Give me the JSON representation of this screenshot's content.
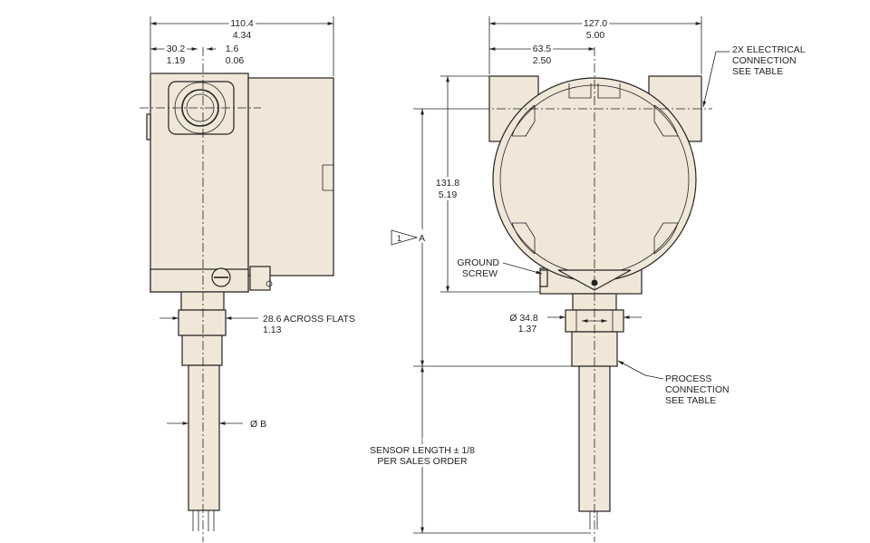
{
  "side_view": {
    "overall_width": {
      "mm": "110.4",
      "in": "4.34"
    },
    "center_offset": {
      "mm": "30.2",
      "in": "1.19"
    },
    "gap": {
      "mm": "1.6",
      "in": "0.06"
    },
    "hex_flats": {
      "line1": "28.6 ACROSS FLATS",
      "line2": "1.13"
    },
    "sensor_dia": "Ø B"
  },
  "front_view": {
    "overall_width": {
      "mm": "127.0",
      "in": "5.00"
    },
    "half_width": {
      "mm": "63.5",
      "in": "2.50"
    },
    "height": {
      "mm": "131.8",
      "in": "5.19"
    },
    "electrical": [
      "2X ELECTRICAL",
      "CONNECTION",
      "SEE TABLE"
    ],
    "ground": [
      "GROUND",
      "SCREW"
    ],
    "datum": {
      "num": "1",
      "letter": "A"
    },
    "hex_dia": {
      "mm": "Ø 34.8",
      "in": "1.37"
    },
    "process": [
      "PROCESS",
      "CONNECTION",
      "SEE TABLE"
    ],
    "sensor_length": [
      "SENSOR LENGTH ± 1/8",
      "PER SALES ORDER"
    ]
  }
}
